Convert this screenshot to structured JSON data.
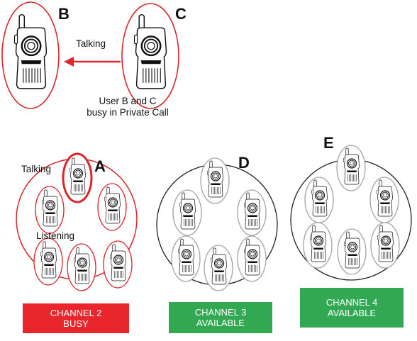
{
  "top": {
    "label_b": "B",
    "label_c": "C",
    "talking": "Talking",
    "caption_line1": "User B and C",
    "caption_line2": "busy in Private Call"
  },
  "groups": {
    "a": {
      "letter": "A",
      "talking": "Talking",
      "listening": "Listening"
    },
    "d": {
      "letter": "D"
    },
    "e": {
      "letter": "E"
    }
  },
  "channels": [
    {
      "line1": "CHANNEL 2",
      "line2": "BUSY",
      "color": "#e8262b"
    },
    {
      "line1": "CHANNEL 3",
      "line2": "AVAILABLE",
      "color": "#32a852"
    },
    {
      "line1": "CHANNEL 4",
      "line2": "AVAILABLE",
      "color": "#32a852"
    }
  ],
  "colors": {
    "busy_stroke": "#d9262c",
    "free_stroke": "#a6a6a6",
    "group_stroke": "#222222"
  }
}
